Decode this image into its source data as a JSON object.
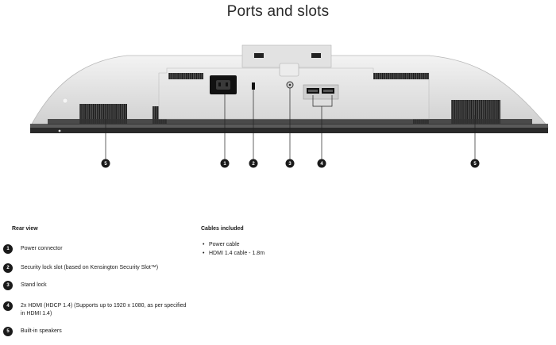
{
  "header": {
    "title": "Ports and slots"
  },
  "callouts": [
    "5",
    "1",
    "2",
    "3",
    "4",
    "5"
  ],
  "rear_view": {
    "heading": "Rear view",
    "items": [
      {
        "num": "1",
        "label": "Power connector"
      },
      {
        "num": "2",
        "label": "Security lock slot (based on Kensington Security Slot™)"
      },
      {
        "num": "3",
        "label": "Stand lock"
      },
      {
        "num": "4",
        "label": "2x HDMI (HDCP 1.4) (Supports up to 1920 x 1080, as per specified in HDMI 1.4)"
      },
      {
        "num": "5",
        "label": "Built-in speakers"
      }
    ]
  },
  "cables_included": {
    "heading": "Cables included",
    "items": [
      "Power cable",
      "HDMI 1.4 cable - 1.8m"
    ]
  }
}
